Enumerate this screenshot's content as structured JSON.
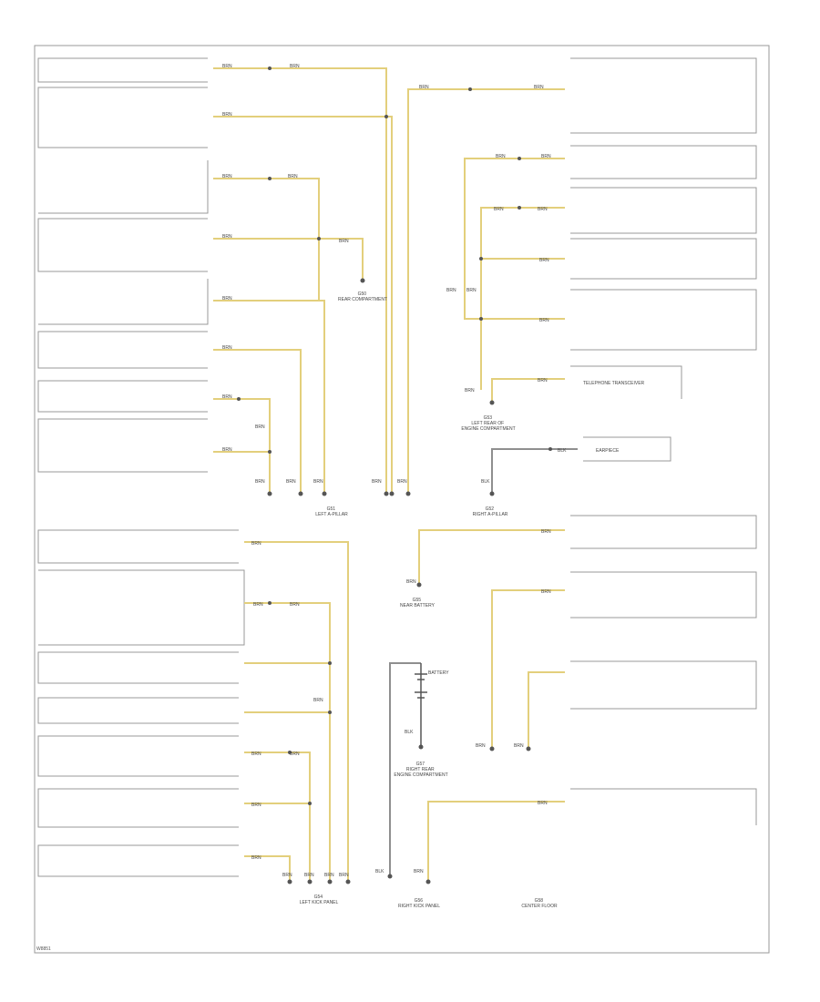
{
  "diagram": {
    "footer_code": "W8851",
    "colors": {
      "wire_yellow": "#e3cf7c",
      "wire_gray": "#8f8f8f",
      "wire_dark": "#555555",
      "frame": "#999999",
      "text": "#333333"
    },
    "labels": {
      "wire_brn": "BRN",
      "wire_blk": "BLK",
      "battery": "BATTERY",
      "telephone": "TELEPHONE TRANSCEIVER",
      "earpiece": "EARPIECE"
    },
    "ground_labels": {
      "g1": [
        "G51",
        "LEFT A-PILLAR"
      ],
      "g2": [
        "G50",
        "REAR COMPARTMENT"
      ],
      "g3": [
        "G52",
        "RIGHT A-PILLAR"
      ],
      "g4": [
        "G53",
        "LEFT REAR OF",
        "ENGINE COMPARTMENT"
      ],
      "g5": [
        "G55",
        "NEAR BATTERY"
      ],
      "g6": [
        "G57",
        "RIGHT REAR",
        "ENGINE COMPARTMENT"
      ],
      "g7": [
        "G54",
        "LEFT KICK PANEL"
      ],
      "g8": [
        "G56",
        "RIGHT KICK PANEL"
      ],
      "g9": [
        "G58",
        "CENTER FLOOR"
      ]
    }
  }
}
